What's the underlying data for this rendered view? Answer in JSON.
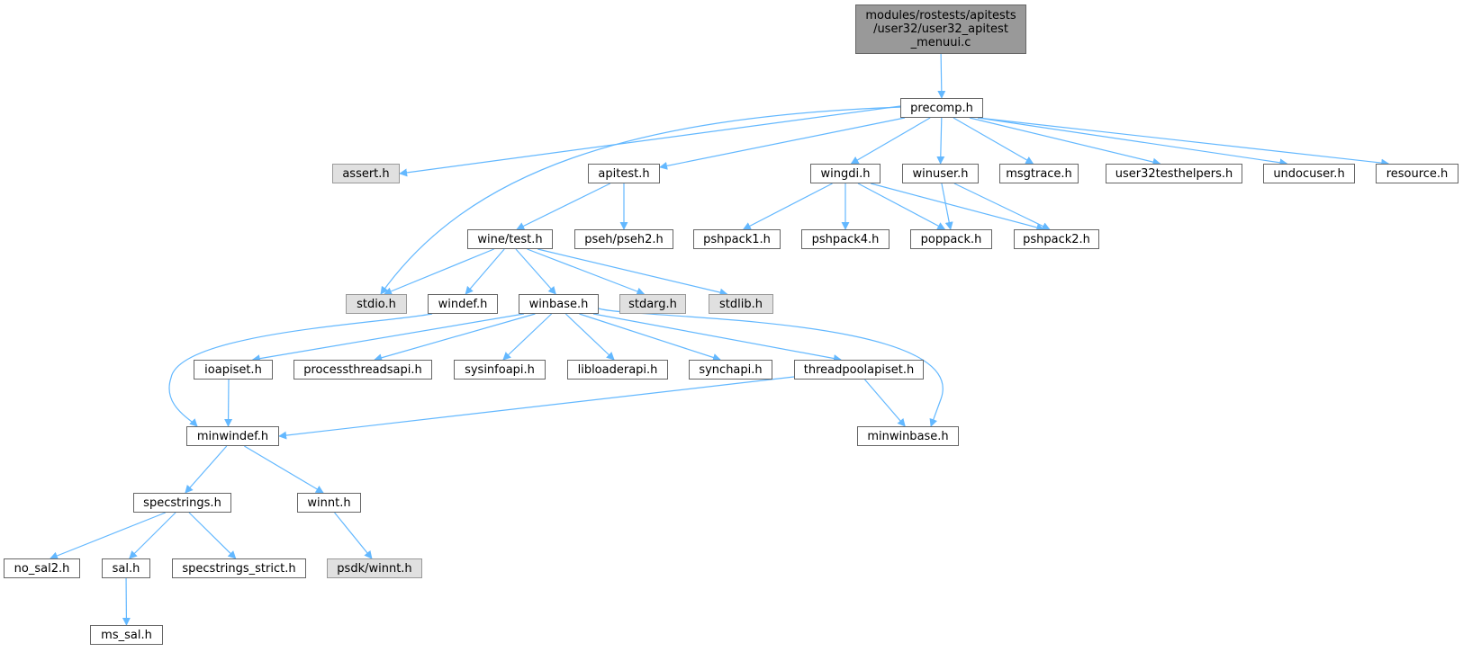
{
  "title": "Include dependency graph",
  "colors": {
    "edge": "#63b8ff",
    "node_border": "#666666",
    "root_fill": "#999999",
    "external_fill": "#e0e0e0",
    "external_border": "#999999"
  },
  "root": {
    "id": "root",
    "lines": [
      "modules/rostests/apitests",
      "/user32/user32_apitest",
      "_menuui.c"
    ]
  },
  "nodes": [
    {
      "id": "precomp",
      "label": "precomp.h",
      "external": false
    },
    {
      "id": "assert",
      "label": "assert.h",
      "external": true
    },
    {
      "id": "apitest",
      "label": "apitest.h",
      "external": false
    },
    {
      "id": "wingdi",
      "label": "wingdi.h",
      "external": false
    },
    {
      "id": "winuser",
      "label": "winuser.h",
      "external": false
    },
    {
      "id": "msgtrace",
      "label": "msgtrace.h",
      "external": false
    },
    {
      "id": "user32testhelpers",
      "label": "user32testhelpers.h",
      "external": false
    },
    {
      "id": "undocuser",
      "label": "undocuser.h",
      "external": false
    },
    {
      "id": "resource",
      "label": "resource.h",
      "external": false
    },
    {
      "id": "winetest",
      "label": "wine/test.h",
      "external": false
    },
    {
      "id": "pseh2",
      "label": "pseh/pseh2.h",
      "external": false
    },
    {
      "id": "pshpack1",
      "label": "pshpack1.h",
      "external": false
    },
    {
      "id": "pshpack4",
      "label": "pshpack4.h",
      "external": false
    },
    {
      "id": "poppack",
      "label": "poppack.h",
      "external": false
    },
    {
      "id": "pshpack2",
      "label": "pshpack2.h",
      "external": false
    },
    {
      "id": "stdio",
      "label": "stdio.h",
      "external": true
    },
    {
      "id": "windef",
      "label": "windef.h",
      "external": false
    },
    {
      "id": "winbase",
      "label": "winbase.h",
      "external": false
    },
    {
      "id": "stdarg",
      "label": "stdarg.h",
      "external": true
    },
    {
      "id": "stdlib",
      "label": "stdlib.h",
      "external": true
    },
    {
      "id": "ioapiset",
      "label": "ioapiset.h",
      "external": false
    },
    {
      "id": "processthreadsapi",
      "label": "processthreadsapi.h",
      "external": false
    },
    {
      "id": "sysinfoapi",
      "label": "sysinfoapi.h",
      "external": false
    },
    {
      "id": "libloaderapi",
      "label": "libloaderapi.h",
      "external": false
    },
    {
      "id": "synchapi",
      "label": "synchapi.h",
      "external": false
    },
    {
      "id": "threadpoolapiset",
      "label": "threadpoolapiset.h",
      "external": false
    },
    {
      "id": "minwindef",
      "label": "minwindef.h",
      "external": false
    },
    {
      "id": "minwinbase",
      "label": "minwinbase.h",
      "external": false
    },
    {
      "id": "specstrings",
      "label": "specstrings.h",
      "external": false
    },
    {
      "id": "winnt",
      "label": "winnt.h",
      "external": false
    },
    {
      "id": "no_sal2",
      "label": "no_sal2.h",
      "external": false
    },
    {
      "id": "sal",
      "label": "sal.h",
      "external": false
    },
    {
      "id": "specstrings_strict",
      "label": "specstrings_strict.h",
      "external": false
    },
    {
      "id": "psdk_winnt",
      "label": "psdk/winnt.h",
      "external": true
    },
    {
      "id": "ms_sal",
      "label": "ms_sal.h",
      "external": false
    }
  ],
  "edges": [
    [
      "root",
      "precomp"
    ],
    [
      "precomp",
      "assert"
    ],
    [
      "precomp",
      "apitest"
    ],
    [
      "precomp",
      "stdio"
    ],
    [
      "precomp",
      "wingdi"
    ],
    [
      "precomp",
      "winuser"
    ],
    [
      "precomp",
      "msgtrace"
    ],
    [
      "precomp",
      "user32testhelpers"
    ],
    [
      "precomp",
      "undocuser"
    ],
    [
      "precomp",
      "resource"
    ],
    [
      "apitest",
      "winetest"
    ],
    [
      "apitest",
      "pseh2"
    ],
    [
      "wingdi",
      "pshpack1"
    ],
    [
      "wingdi",
      "pshpack4"
    ],
    [
      "wingdi",
      "poppack"
    ],
    [
      "wingdi",
      "pshpack2"
    ],
    [
      "winuser",
      "poppack"
    ],
    [
      "winuser",
      "pshpack2"
    ],
    [
      "winetest",
      "stdio"
    ],
    [
      "winetest",
      "windef"
    ],
    [
      "winetest",
      "winbase"
    ],
    [
      "winetest",
      "stdarg"
    ],
    [
      "winetest",
      "stdlib"
    ],
    [
      "windef",
      "minwindef"
    ],
    [
      "winbase",
      "ioapiset"
    ],
    [
      "winbase",
      "processthreadsapi"
    ],
    [
      "winbase",
      "sysinfoapi"
    ],
    [
      "winbase",
      "libloaderapi"
    ],
    [
      "winbase",
      "synchapi"
    ],
    [
      "winbase",
      "threadpoolapiset"
    ],
    [
      "winbase",
      "minwinbase"
    ],
    [
      "ioapiset",
      "minwindef"
    ],
    [
      "threadpoolapiset",
      "minwindef"
    ],
    [
      "threadpoolapiset",
      "minwinbase"
    ],
    [
      "minwindef",
      "specstrings"
    ],
    [
      "minwindef",
      "winnt"
    ],
    [
      "specstrings",
      "no_sal2"
    ],
    [
      "specstrings",
      "sal"
    ],
    [
      "specstrings",
      "specstrings_strict"
    ],
    [
      "winnt",
      "psdk_winnt"
    ],
    [
      "sal",
      "ms_sal"
    ]
  ]
}
